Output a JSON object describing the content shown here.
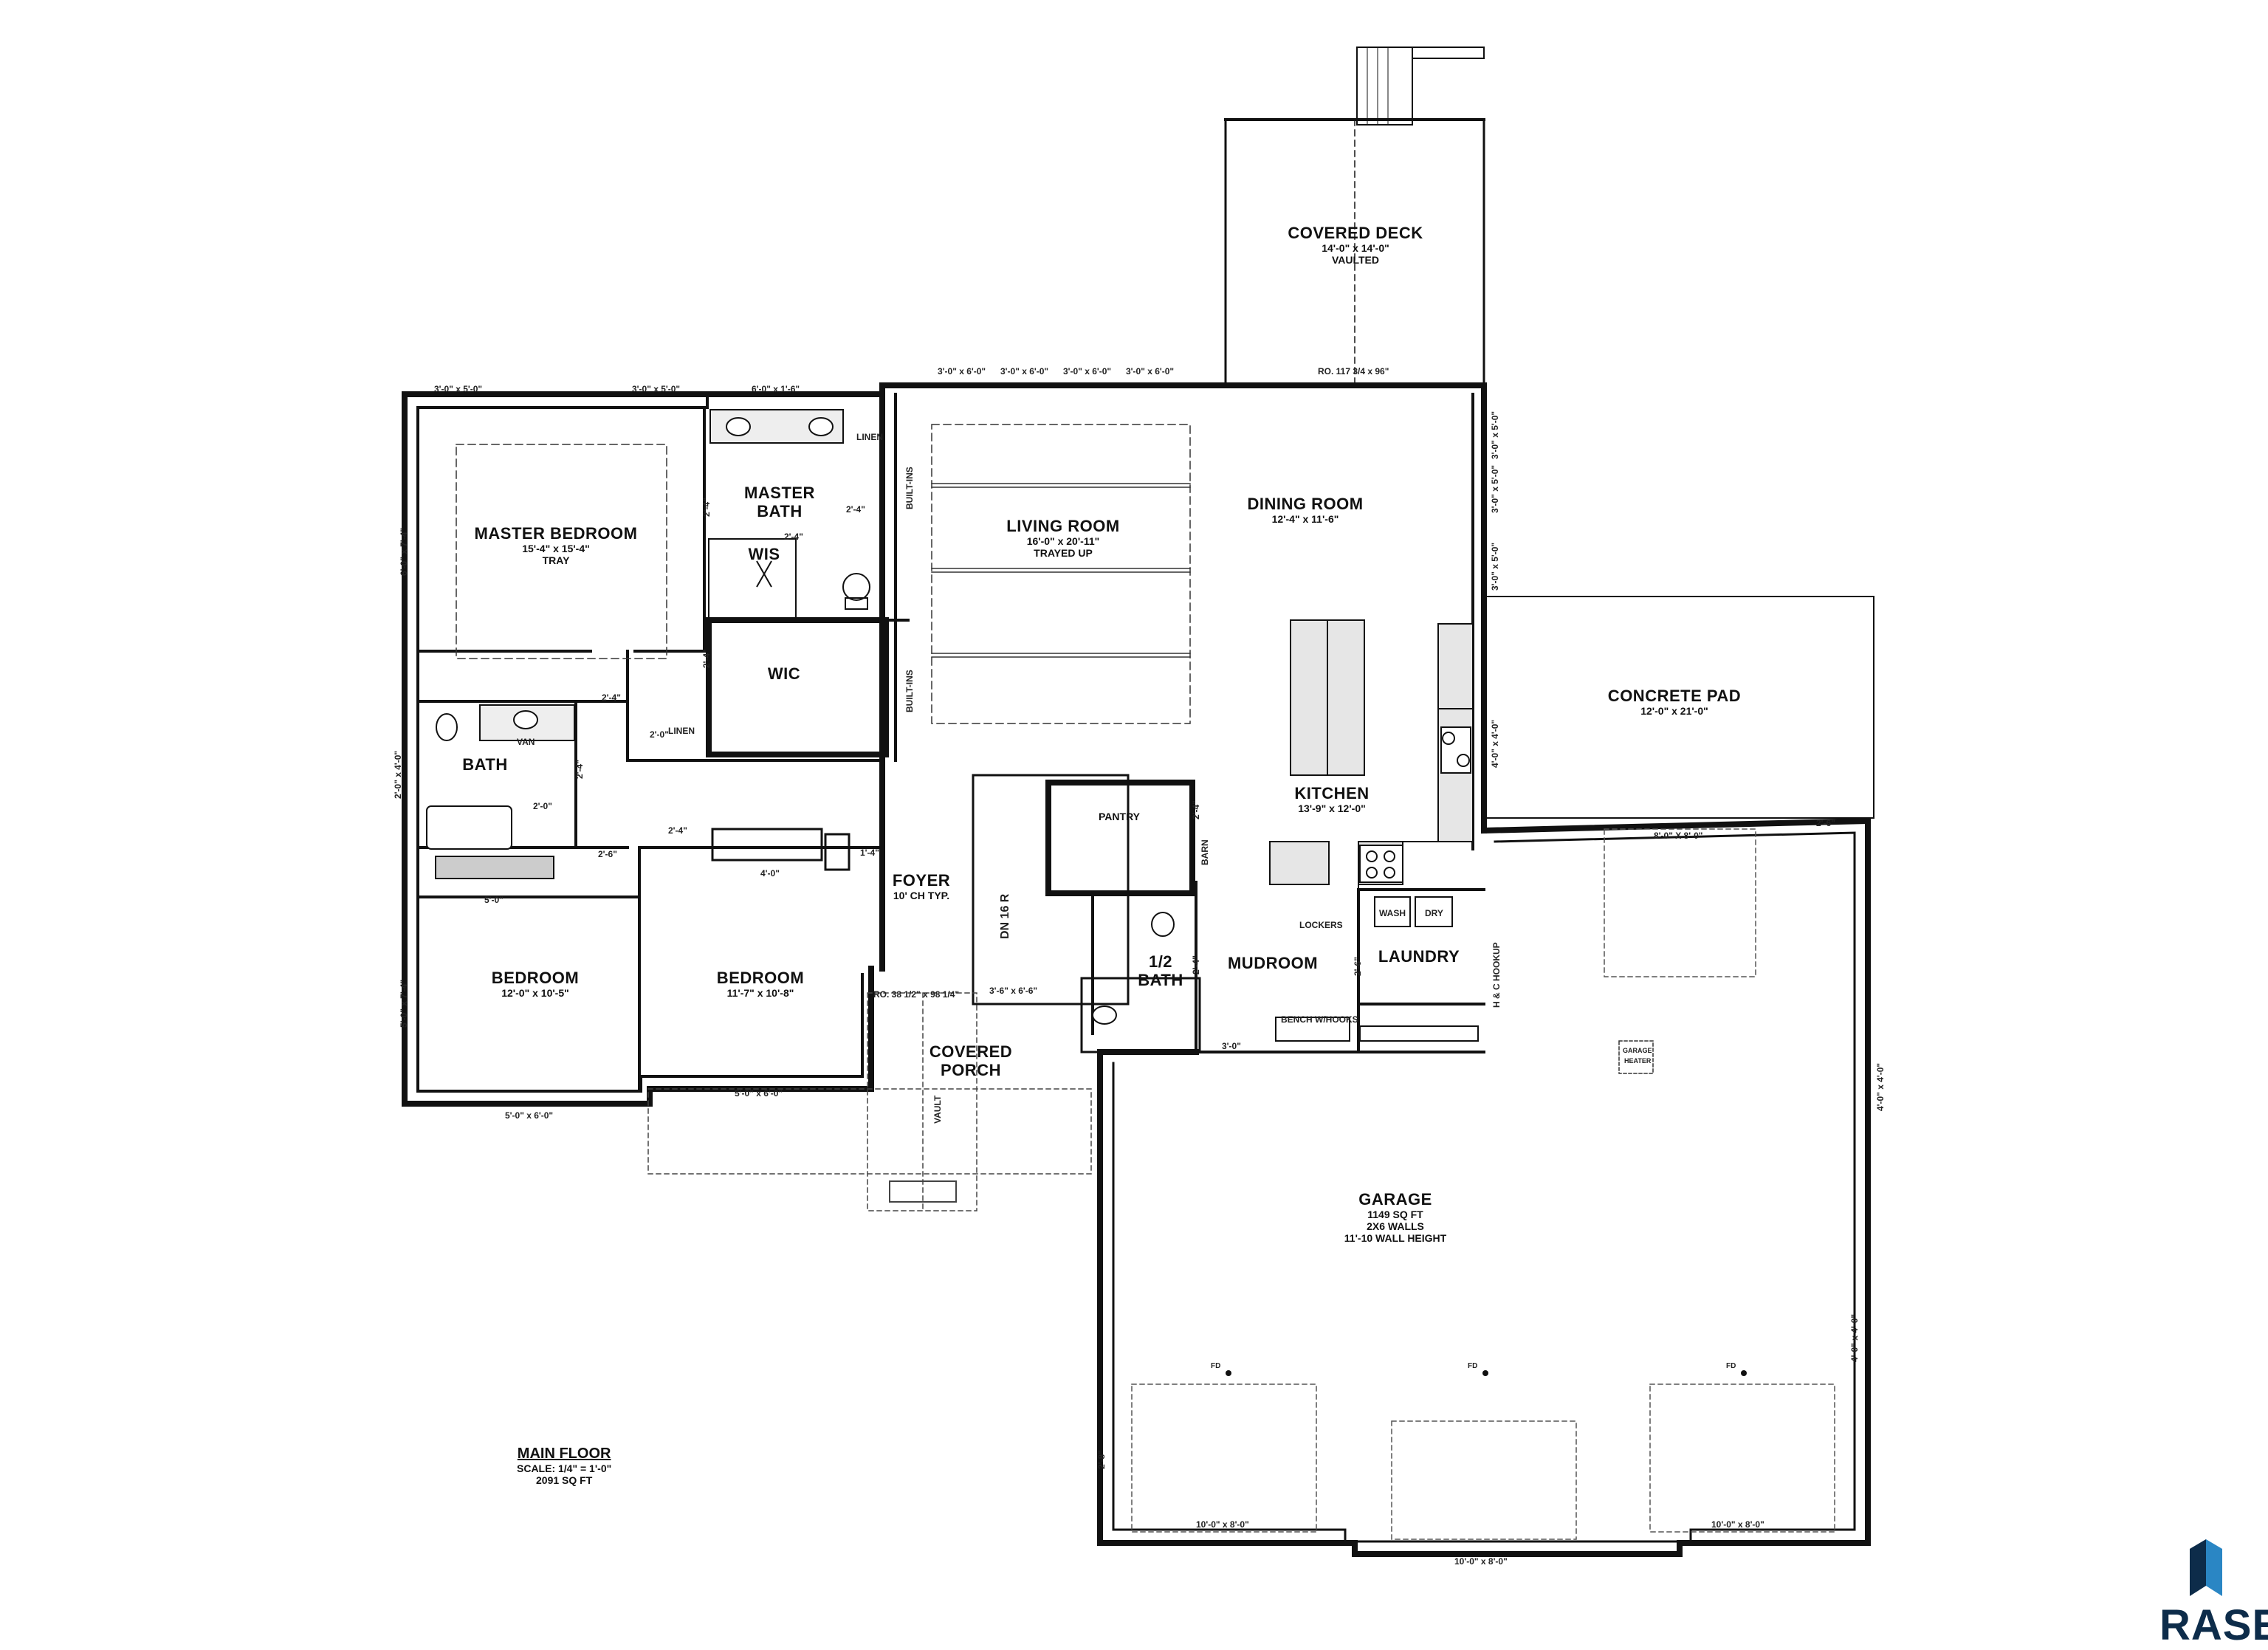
{
  "rooms": {
    "covered_deck": {
      "name": "COVERED DECK",
      "dims": "14'-0\" x 14'-0\"",
      "note": "VAULTED"
    },
    "master_bedroom": {
      "name": "MASTER BEDROOM",
      "dims": "15'-4\" x 15'-4\"",
      "note": "TRAY"
    },
    "master_bath": {
      "name": "MASTER",
      "name2": "BATH"
    },
    "wis": {
      "name": "WIS"
    },
    "wic": {
      "name": "WIC"
    },
    "living_room": {
      "name": "LIVING ROOM",
      "dims": "16'-0\" x 20'-11\"",
      "note": "TRAYED UP"
    },
    "dining_room": {
      "name": "DINING ROOM",
      "dims": "12'-4\" x 11'-6\""
    },
    "concrete_pad": {
      "name": "CONCRETE PAD",
      "dims": "12'-0\" x 21'-0\""
    },
    "kitchen": {
      "name": "KITCHEN",
      "dims": "13'-9\" x 12'-0\""
    },
    "bath": {
      "name": "BATH"
    },
    "pantry": {
      "name": "PANTRY"
    },
    "foyer": {
      "name": "FOYER",
      "note": "10' CH TYP."
    },
    "bedroom_1": {
      "name": "BEDROOM",
      "dims": "12'-0\" x 10'-5\""
    },
    "bedroom_2": {
      "name": "BEDROOM",
      "dims": "11'-7\" x 10'-8\""
    },
    "half_bath": {
      "name": "1/2",
      "name2": "BATH"
    },
    "mudroom": {
      "name": "MUDROOM"
    },
    "laundry": {
      "name": "LAUNDRY"
    },
    "covered_porch": {
      "name": "COVERED",
      "name2": "PORCH"
    },
    "garage": {
      "name": "GARAGE",
      "l1": "1149 SQ FT",
      "l2": "2X6 WALLS",
      "l3": "11'-10 WALL HEIGHT"
    }
  },
  "labels": {
    "win_mb_1": "3'-0\" x 5'-0\"",
    "win_mb_2": "3'-0\" x 5'-0\"",
    "win_bath_top": "6'-0\" x 1'-6\"",
    "win_lr_1": "3'-0\" x 6'-0\"",
    "win_lr_2": "3'-0\" x 6'-0\"",
    "win_lr_3": "3'-0\" x 6'-0\"",
    "win_lr_4": "3'-0\" x 6'-0\"",
    "deck_door": "RO. 117 3/4 x 96\"",
    "linen": "LINEN",
    "linen2": "LINEN",
    "built_ins_1": "BUILT-INS",
    "built_ins_2": "BUILT-INS",
    "door_2_4_a": "2'-4\"",
    "door_2_4_b": "2'-4\"",
    "door_2_4_c": "2'-4\"",
    "door_2_4_d": "2'-4\"",
    "door_2_4_e": "2'-4\"",
    "door_2_4_f": "2'-4\"",
    "door_2_6_a": "2'-6\"",
    "door_2_6_b": "2'-6\"",
    "door_2_6_c": "2'-6\"",
    "door_2_0_a": "2'-0\"",
    "door_2_0_b": "2'-0\"",
    "door_2_8": "2'-8\"",
    "door_3_0": "3'-0\"",
    "door_1_4": "1'-4\"",
    "vanity": "VAN",
    "closet_5_0": "5'-0\"",
    "closet_4_0": "4'-0\"",
    "win_mb_side": "6'-0\" x 7'-4\"",
    "win_bath_side": "2'-0\" x 4'-0\"",
    "win_br1_side": "5'-0\" x 7'-4\"",
    "win_br1_front": "5'-0\" x 6'-0\"",
    "win_br2_front": "5'-0\" x 6'-0\"",
    "front_door": "RO. 38 1/2\" x 98 1/4\"",
    "sidelite": "3'-6\" x 6'-6\"",
    "vault": "VAULT",
    "stairs": "DN 16 R",
    "barn": "BARN",
    "lockers": "LOCKERS",
    "bench": "BENCH W/HOOKS",
    "wash": "WASH",
    "dry": "DRY",
    "hookup": "H & C HOOKUP",
    "win_dining_1": "3'-0\" x 5'-0\"",
    "win_dining_2": "3'-0\" x 5'-0\"",
    "win_dining_3": "3'-0\" x 5'-0\"",
    "win_kitchen": "4'-0\" x 4'-0\"",
    "garage_door_rear": "8'-0\" X 8'-0\"",
    "garage_heater_1": "GARAGE",
    "garage_heater_2": "HEATER",
    "win_garage_1": "4'-0\" x 4'-0\"",
    "win_garage_2": "4'-0\" x 4'-0\"",
    "fd_1": "FD",
    "fd_2": "FD",
    "fd_3": "FD",
    "garage_door_1": "10'-0\" x 8'-0\"",
    "garage_door_2": "10'-0\" x 8'-0\"",
    "garage_door_3": "10'-0\" x 8'-0\""
  },
  "title_block": {
    "title": "MAIN FLOOR",
    "scale": "SCALE: 1/4\" = 1'-0\"",
    "area": "2091 SQ FT"
  },
  "logo": {
    "text": "RASE",
    "color": "#0d2c4a",
    "accent": "#2a86c4"
  }
}
